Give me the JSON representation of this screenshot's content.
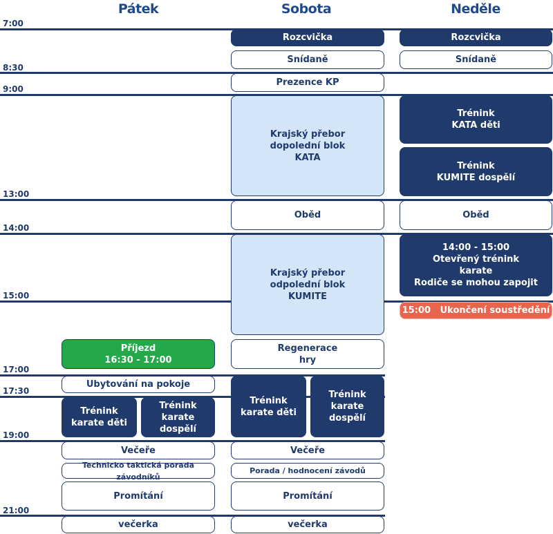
{
  "days": {
    "fri": "Pátek",
    "sat": "Sobota",
    "sun": "Neděle"
  },
  "times": {
    "t0700": "7:00",
    "t0830": "8:30",
    "t0900": "9:00",
    "t1300": "13:00",
    "t1400": "14:00",
    "t1500": "15:00",
    "t1700": "17:00",
    "t1730": "17:30",
    "t1900": "19:00",
    "t2100": "21:00"
  },
  "friday": {
    "arrival": [
      "Příjezd",
      "16:30 - 17:00"
    ],
    "accommodation": "Ubytování na pokoje",
    "training_kids": [
      "Trénink",
      "karate děti"
    ],
    "training_adults": [
      "Trénink",
      "karate dospělí"
    ],
    "dinner": "Večeře",
    "meeting": "Technicko taktická porada závodníků",
    "screening": "Promítání",
    "curfew": "večerka"
  },
  "saturday": {
    "warmup": "Rozcvička",
    "breakfast": "Snídaně",
    "registration": "Prezence KP",
    "morning_block": [
      "Krajský přebor",
      "dopolední blok",
      "KATA"
    ],
    "lunch": "Oběd",
    "afternoon_block": [
      "Krajský přebor",
      "odpolední blok",
      "KUMITE"
    ],
    "regeneration": [
      "Regenerace",
      "hry"
    ],
    "training_kids": [
      "Trénink",
      "karate děti"
    ],
    "training_adults": [
      "Trénink",
      "karate dospělí"
    ],
    "dinner": "Večeře",
    "meeting": "Porada / hodnocení závodů",
    "screening": "Promítání",
    "curfew": "večerka"
  },
  "sunday": {
    "warmup": "Rozcvička",
    "breakfast": "Snídaně",
    "training_kata": [
      "Trénink",
      "KATA děti"
    ],
    "training_kumite": [
      "Trénink",
      "KUMITE dospělí"
    ],
    "lunch": "Oběd",
    "open_training": [
      "14:00 - 15:00",
      "Otevřený trénink",
      "karate",
      "Rodiče se mohou zapojit"
    ],
    "end": "15:00   Ukončení soustředění"
  },
  "colors": {
    "dark": "#1f3a6b",
    "light": "#d4e5f7",
    "green": "#23a84a",
    "red": "#e8644c"
  }
}
